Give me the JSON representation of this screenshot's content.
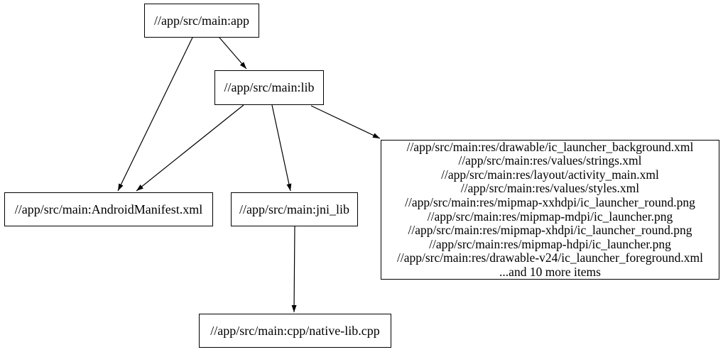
{
  "diagram_type": "dependency-graph",
  "colors": {
    "background": "#ffffff",
    "node_border": "#000000",
    "node_fill": "#ffffff",
    "edge": "#000000",
    "text": "#000000"
  },
  "nodes": {
    "app": {
      "label": "//app/src/main:app"
    },
    "lib": {
      "label": "//app/src/main:lib"
    },
    "manifest": {
      "label": "//app/src/main:AndroidManifest.xml"
    },
    "jni_lib": {
      "label": "//app/src/main:jni_lib"
    },
    "res": {
      "lines": [
        "//app/src/main:res/drawable/ic_launcher_background.xml",
        "//app/src/main:res/values/strings.xml",
        "//app/src/main:res/layout/activity_main.xml",
        "//app/src/main:res/values/styles.xml",
        "//app/src/main:res/mipmap-xxhdpi/ic_launcher_round.png",
        "//app/src/main:res/mipmap-mdpi/ic_launcher.png",
        "//app/src/main:res/mipmap-xhdpi/ic_launcher_round.png",
        "//app/src/main:res/mipmap-hdpi/ic_launcher.png",
        "//app/src/main:res/drawable-v24/ic_launcher_foreground.xml",
        "...and 10 more items"
      ]
    },
    "cpp": {
      "label": "//app/src/main:cpp/native-lib.cpp"
    }
  },
  "edges": [
    {
      "from": "//app/src/main:app",
      "to": "//app/src/main:lib"
    },
    {
      "from": "//app/src/main:app",
      "to": "//app/src/main:AndroidManifest.xml"
    },
    {
      "from": "//app/src/main:lib",
      "to": "//app/src/main:AndroidManifest.xml"
    },
    {
      "from": "//app/src/main:lib",
      "to": "//app/src/main:jni_lib"
    },
    {
      "from": "//app/src/main:lib",
      "to": "//app/src/main:res group"
    },
    {
      "from": "//app/src/main:jni_lib",
      "to": "//app/src/main:cpp/native-lib.cpp"
    }
  ]
}
